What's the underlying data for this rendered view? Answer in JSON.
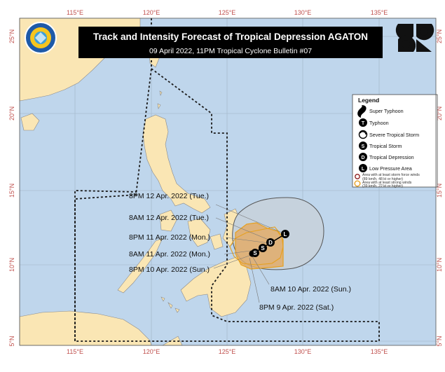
{
  "banner": {
    "title": "Track and Intensity Forecast  of Tropical Depression AGATON",
    "subtitle": "09 April 2022, 11PM Tropical Cyclone Bulletin #07"
  },
  "axes": {
    "lon_ticks": [
      "115°E",
      "120°E",
      "125°E",
      "130°E",
      "135°E"
    ],
    "lat_ticks": [
      "25°N",
      "20°N",
      "15°N",
      "10°N",
      "5°N"
    ]
  },
  "legend": {
    "title": "Legend",
    "items": [
      {
        "symbol": "super-typhoon",
        "label": "Super Typhoon"
      },
      {
        "symbol": "T",
        "label": "Typhoon"
      },
      {
        "symbol": "severe-tropical-storm",
        "label": "Severe Tropical Storm"
      },
      {
        "symbol": "S",
        "label": "Tropical Storm"
      },
      {
        "symbol": "D",
        "label": "Tropical Depression"
      },
      {
        "symbol": "L",
        "label": "Low Pressure Area"
      }
    ],
    "storm_force_lines": [
      "Area with at least storm force winds",
      "(89 km/h, 48 kt or higher)"
    ],
    "strong_winds_lines": [
      "Area with at least strong winds",
      "(39 km/h, 22 kt or higher)"
    ]
  },
  "forecast": {
    "labels": [
      "8PM 12 Apr. 2022 (Tue.)",
      "8AM 12 Apr. 2022 (Tue.)",
      "8PM 11 Apr. 2022 (Mon.)",
      "8AM 11 Apr. 2022 (Mon.)",
      "8PM 10 Apr. 2022 (Sun.)",
      "8AM 10 Apr. 2022 (Sun.)",
      "8PM 9 Apr. 2022 (Sat.)"
    ],
    "track_symbols": [
      "S",
      "S",
      "D",
      "L"
    ]
  },
  "colors": {
    "sea": "#bfd6ec",
    "land": "#fae6b4",
    "coast": "#8a8a8a",
    "banner": "#000000",
    "tick": "#c0504d",
    "storm_force_area": "#e2ad6a",
    "strong_winds_area": "#c6d2dd",
    "cone_outline": "#e6a020"
  }
}
